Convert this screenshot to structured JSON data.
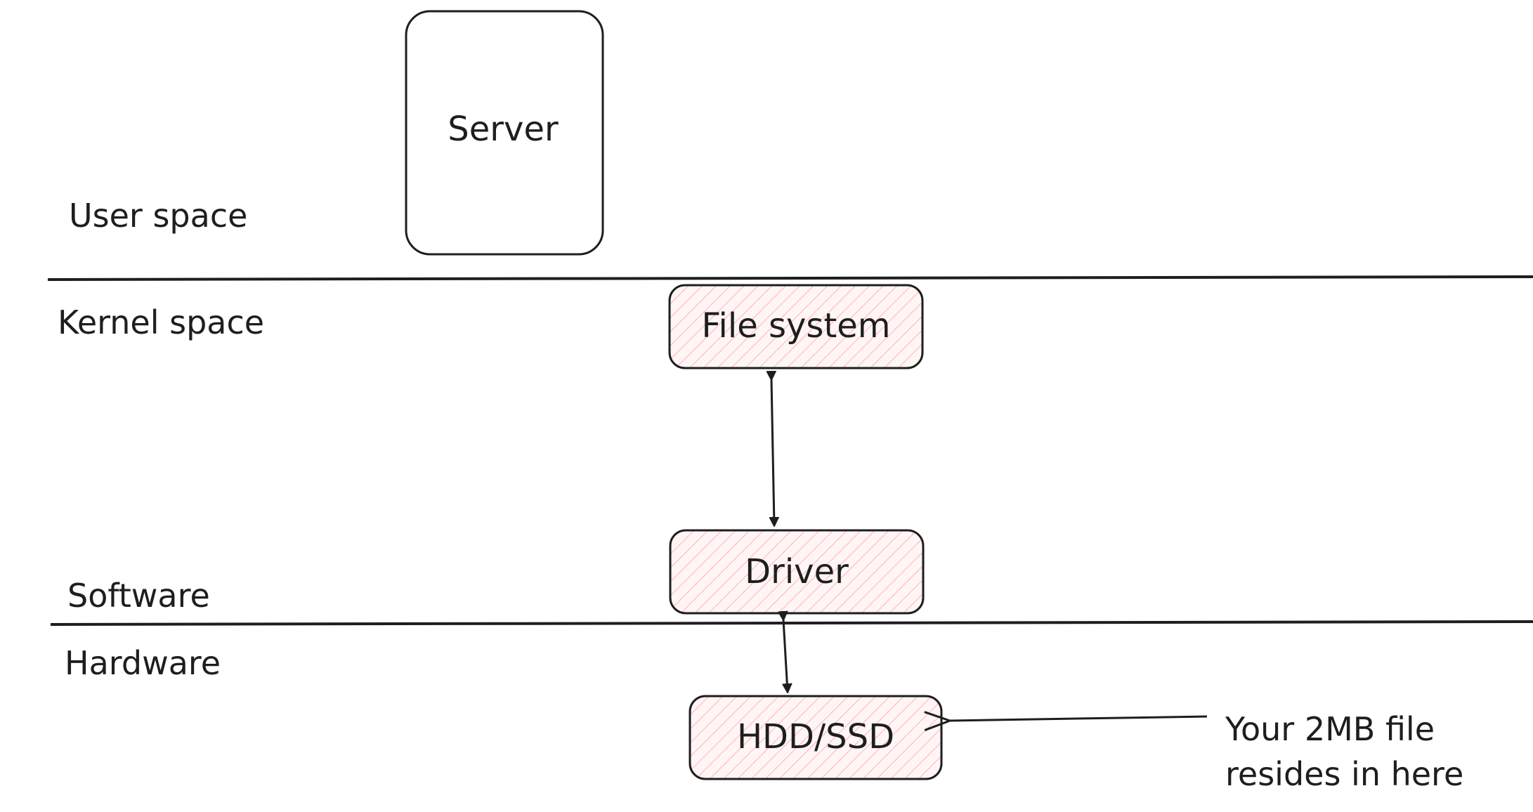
{
  "layers": {
    "user_space": "User space",
    "kernel_space": "Kernel space",
    "software": "Software",
    "hardware": "Hardware"
  },
  "nodes": {
    "server": "Server",
    "file_system": "File system",
    "driver": "Driver",
    "hdd_ssd": "HDD/SSD"
  },
  "note": {
    "line1": "Your 2MB file",
    "line2": "resides in here"
  },
  "colors": {
    "stroke": "#1e1e1e",
    "hatch_fill": "#ffc9c9",
    "background": "#ffffff"
  }
}
